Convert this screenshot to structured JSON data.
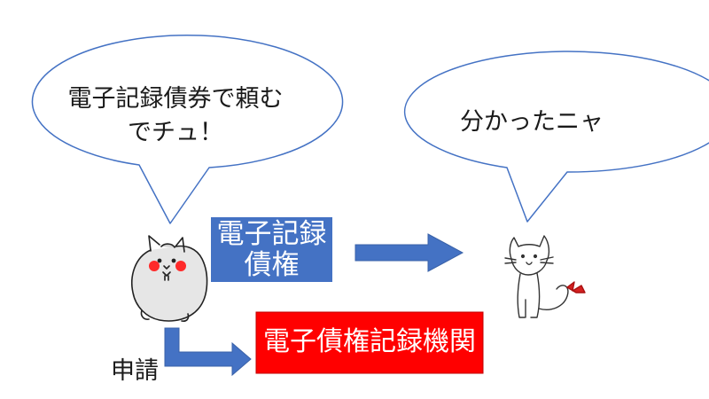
{
  "speech_left": {
    "line1": "電子記録債券で頼む",
    "line2": "でチュ！"
  },
  "speech_right": {
    "text": "分かったニャ"
  },
  "transfer_box": {
    "line1": "電子記録",
    "line2": "債権",
    "color": "#4472c4"
  },
  "institution_box": {
    "label": "電子債権記録機関",
    "color": "#ff0000"
  },
  "apply_label": "申請",
  "colors": {
    "arrow": "#4472c4",
    "bubble_stroke": "#4472c4",
    "text": "#1a1a1a"
  }
}
